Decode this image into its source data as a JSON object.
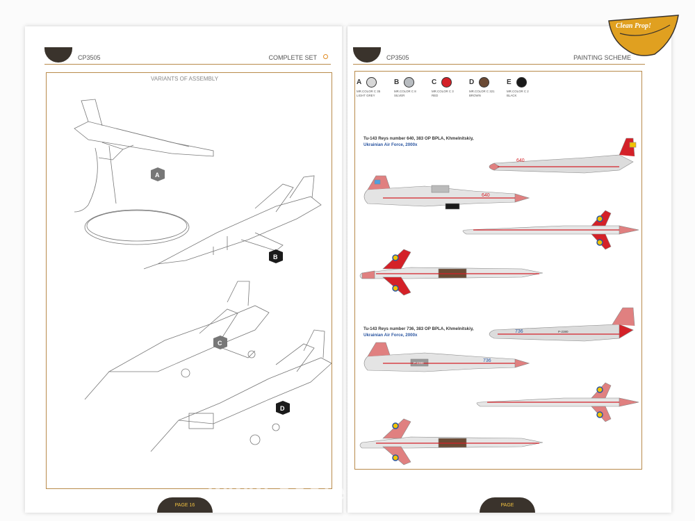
{
  "logo": {
    "text": "Clean Prop!"
  },
  "left_page": {
    "code": "CP3505",
    "section": "COMPLETE SET",
    "title": "VARIANTS OF ASSEMBLY",
    "variants": [
      "A",
      "B",
      "C",
      "D"
    ],
    "page_label": "PAGE 16"
  },
  "right_page": {
    "code": "CP3505",
    "section": "PAINTING SCHEME",
    "page_label": "PAGE",
    "colors": [
      {
        "letter": "A",
        "line1": "MR.COLOR C 35",
        "line2": "LIGHT GREY",
        "hex": "#d8d8d8"
      },
      {
        "letter": "B",
        "line1": "MR.COLOR C 8",
        "line2": "SILVER",
        "hex": "#b8bcc0"
      },
      {
        "letter": "C",
        "line1": "MR.COLOR C 3",
        "line2": "RED",
        "hex": "#d42128"
      },
      {
        "letter": "D",
        "line1": "MR.COLOR C 321",
        "line2": "BROWN",
        "hex": "#6b4a34"
      },
      {
        "letter": "E",
        "line1": "MR.COLOR C 2",
        "line2": "BLACK",
        "hex": "#1a1a1a"
      }
    ],
    "scheme1": {
      "line1": "Tu-143 Reys number 640, 383 OP BPLA, Khmelnitskiy,",
      "line2": "Ukrainian Air Force, 2000x",
      "tail_number": "640"
    },
    "scheme2": {
      "line1": "Tu-143 Reys number 736, 383 OP BPLA, Khmelnitskiy,",
      "line2": "Ukrainian Air Force, 2000x",
      "tail_number": "736",
      "reg": "P-2380"
    }
  },
  "watermark": "www.scalemodels.ru"
}
